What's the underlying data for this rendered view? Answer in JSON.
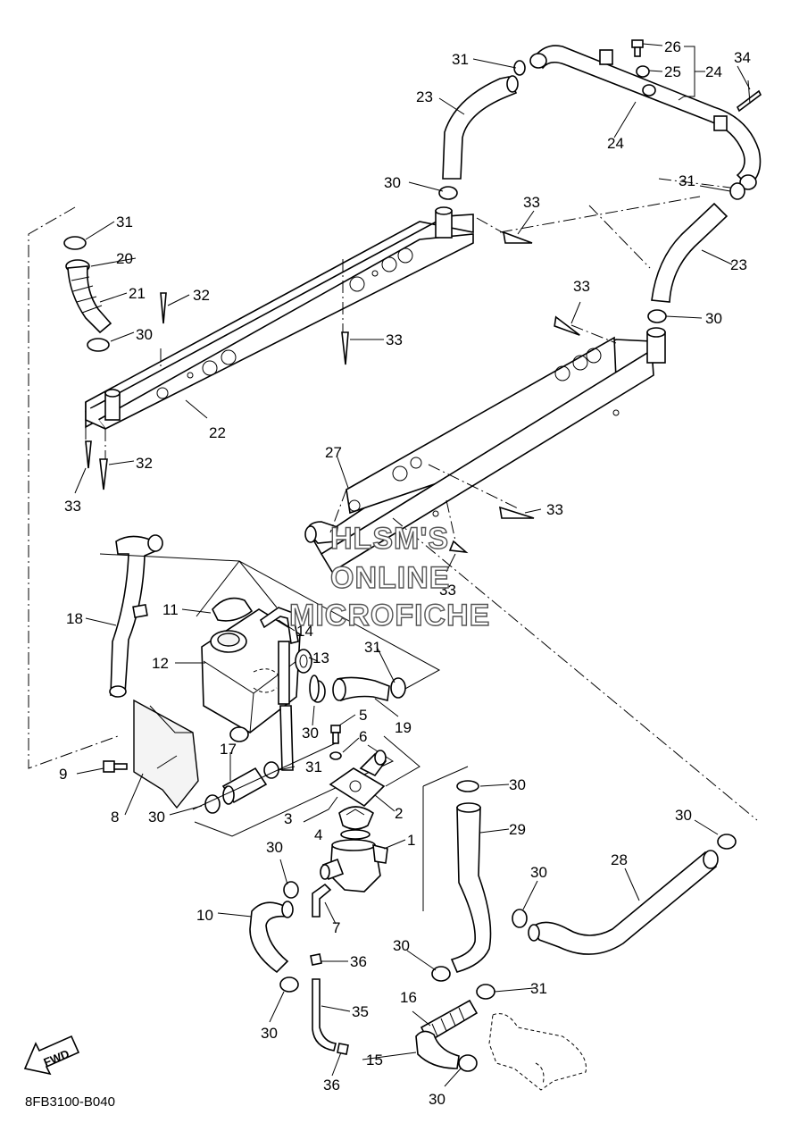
{
  "diagram_code": "8FB3100-B040",
  "fwd_label": "FWD",
  "watermark": [
    "HLSM'S",
    "ONLINE",
    "MICROFICHE"
  ],
  "callouts": {
    "c1": "1",
    "c2": "2",
    "c3": "3",
    "c4": "4",
    "c5": "5",
    "c6": "6",
    "c7": "7",
    "c8": "8",
    "c9": "9",
    "c10": "10",
    "c11": "11",
    "c12": "12",
    "c13": "13",
    "c14": "14",
    "c15": "15",
    "c16": "16",
    "c17": "17",
    "c18": "18",
    "c19": "19",
    "c20": "20",
    "c21": "21",
    "c22": "22",
    "c23": "23",
    "c24": "24",
    "c25": "25",
    "c26": "26",
    "c27": "27",
    "c28": "28",
    "c29": "29",
    "c30": "30",
    "c31": "31",
    "c32": "32",
    "c33": "33",
    "c34": "34",
    "c35": "35",
    "c36": "36"
  }
}
